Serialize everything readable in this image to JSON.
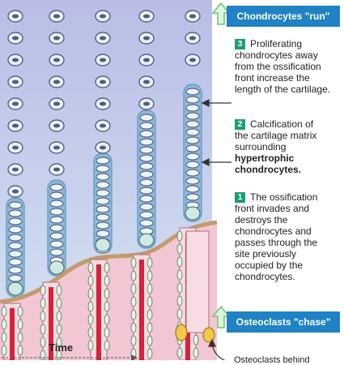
{
  "headers": {
    "top": "Chondrocytes \"run\"",
    "bottom": "Osteoclasts \"chase\""
  },
  "steps": [
    {
      "number": "3",
      "lines": [
        "Proliferating",
        "chondrocytes away",
        "from the ossification",
        "front increase the",
        "length of the cartilage."
      ]
    },
    {
      "number": "2",
      "lines": [
        "Calcification of",
        "the cartilage matrix",
        "surrounding",
        "hypertrophic",
        "chondrocytes."
      ]
    },
    {
      "number": "1",
      "lines": [
        "The ossification",
        "front invades and",
        "destroys the",
        "chondrocytes and",
        "passes through the",
        "site previously",
        "occupied by the",
        "chondrocytes."
      ]
    }
  ],
  "time_label": "Time",
  "bottom_note": "Osteoclasts behind",
  "colors": {
    "background_top": "#b9bde6",
    "background_bottom": "#d6e3f2",
    "header_blue": "#1f82c4",
    "step_number_green": "#1f9e74",
    "bone_pink": "#f2c6d2",
    "vessel_red": "#d9213a",
    "front_line": "#c49a6c",
    "cell_teal": "#cfe9e3",
    "column_blue": "#5c98c8",
    "arrow_green": "#6dc56d",
    "osteoclast_yellow": "#f0c84a"
  },
  "icons": [
    "up-arrow-icon",
    "pointer-arrow-icon",
    "dashed-time-arrow-icon"
  ]
}
